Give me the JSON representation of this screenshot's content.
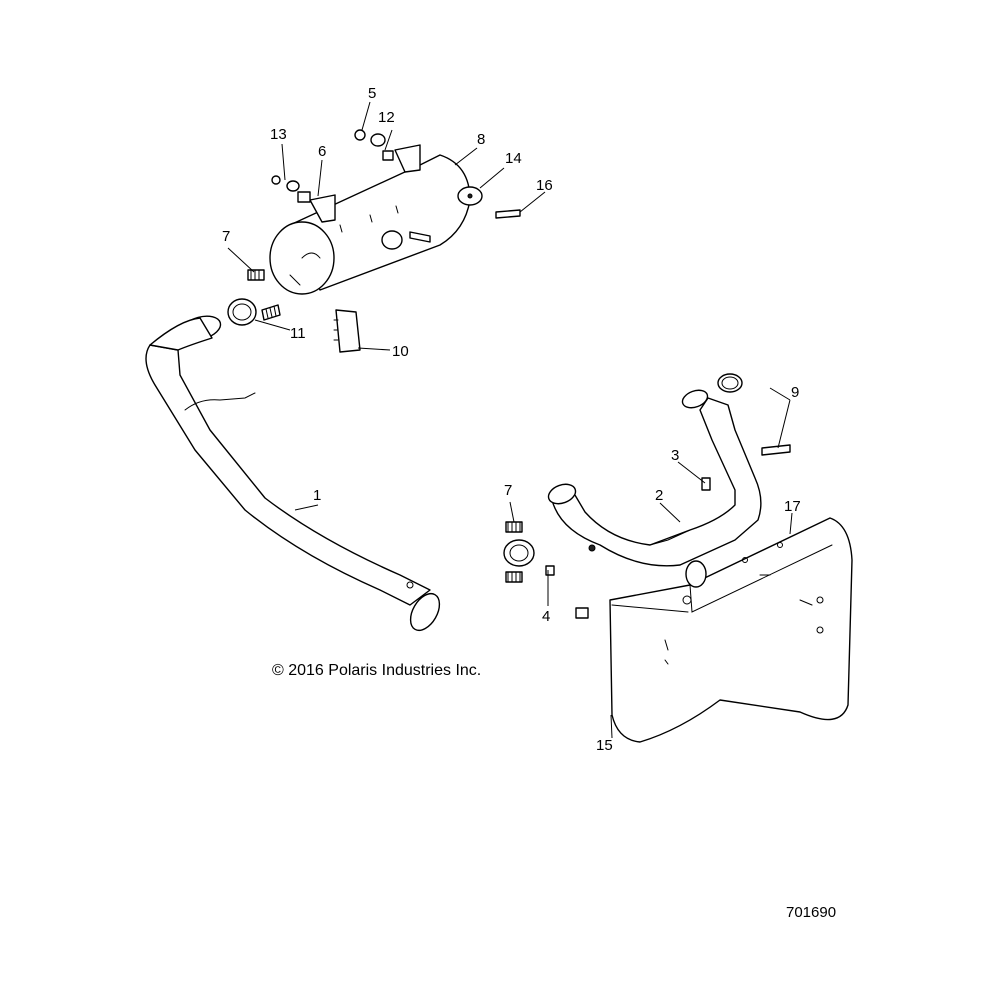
{
  "diagram": {
    "copyright": "© 2016 Polaris Industries Inc.",
    "document_number": "701690",
    "callouts": {
      "c1": "1",
      "c2": "2",
      "c3": "3",
      "c4": "4",
      "c5": "5",
      "c6": "6",
      "c7a": "7",
      "c7b": "7",
      "c8": "8",
      "c9": "9",
      "c10": "10",
      "c11": "11",
      "c12": "12",
      "c13": "13",
      "c14": "14",
      "c15": "15",
      "c16": "16",
      "c17": "17"
    }
  }
}
